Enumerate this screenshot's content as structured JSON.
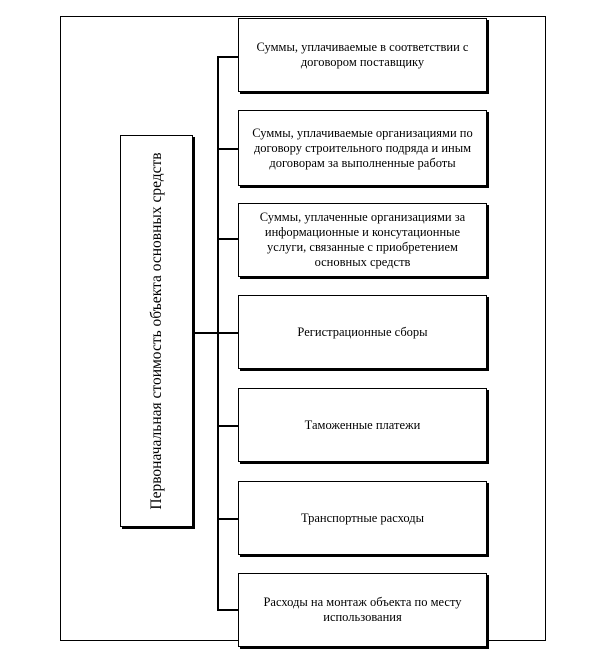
{
  "diagram": {
    "root": {
      "label": "Первоначальная стоимость объекта основных средств"
    },
    "children": [
      {
        "label": "Суммы, уплачиваемые в соответствии с договором поставщику"
      },
      {
        "label": "Суммы, уплачиваемые организациями по договору строительного подряда и иным договорам за выполненные работы"
      },
      {
        "label": "Суммы, уплаченные организациями за информационные и консутационные услуги, связанные с приобретением основных средств"
      },
      {
        "label": "Регистрационные сборы"
      },
      {
        "label": "Таможенные платежи"
      },
      {
        "label": "Транспортные расходы"
      },
      {
        "label": "Расходы на монтаж объекта по месту использования"
      }
    ]
  }
}
